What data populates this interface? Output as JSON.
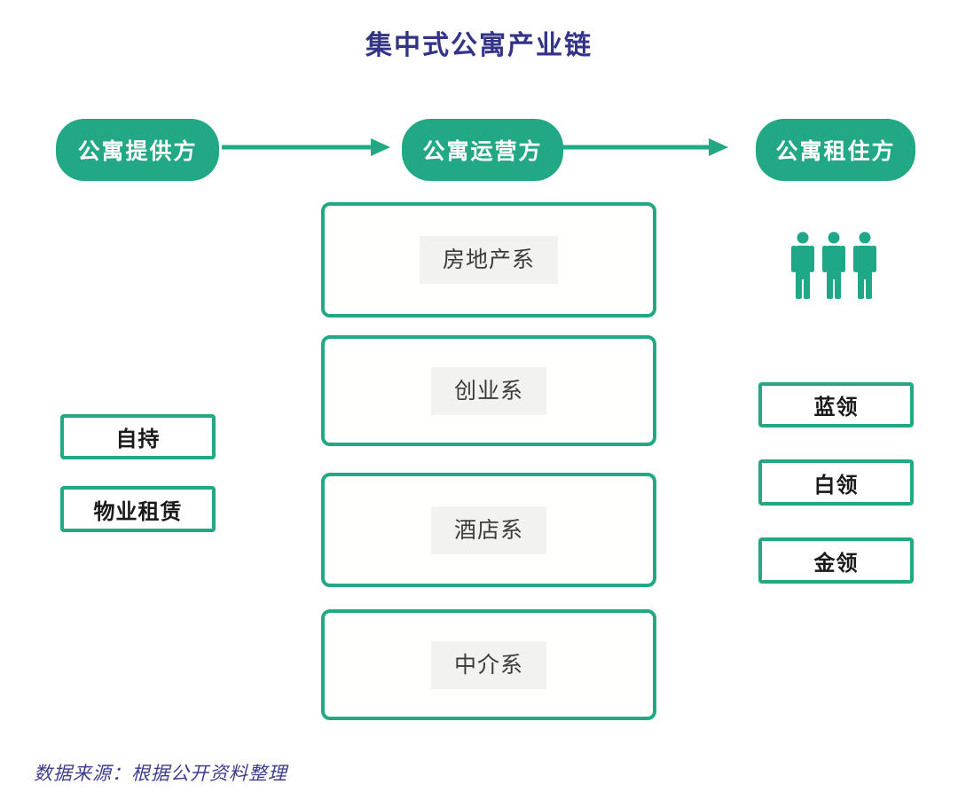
{
  "title": "集中式公寓产业链",
  "colors": {
    "green": "#23a885",
    "navy_title": "#333387",
    "source_text": "#3d3d8e",
    "label_strip_bg": "#f2f2f0",
    "label_strip_text": "#3c3c3c"
  },
  "flow_pills": [
    {
      "label": "公寓提供方"
    },
    {
      "label": "公寓运营方"
    },
    {
      "label": "公寓租住方"
    }
  ],
  "provider_types": [
    "自持",
    "物业租赁"
  ],
  "operator_types": [
    "房地产系",
    "创业系",
    "酒店系",
    "中介系"
  ],
  "renter_types": [
    "蓝领",
    "白领",
    "金领"
  ],
  "person_icons": {
    "name": "person-icon",
    "count": 3
  },
  "source": "数据来源：根据公开资料整理"
}
